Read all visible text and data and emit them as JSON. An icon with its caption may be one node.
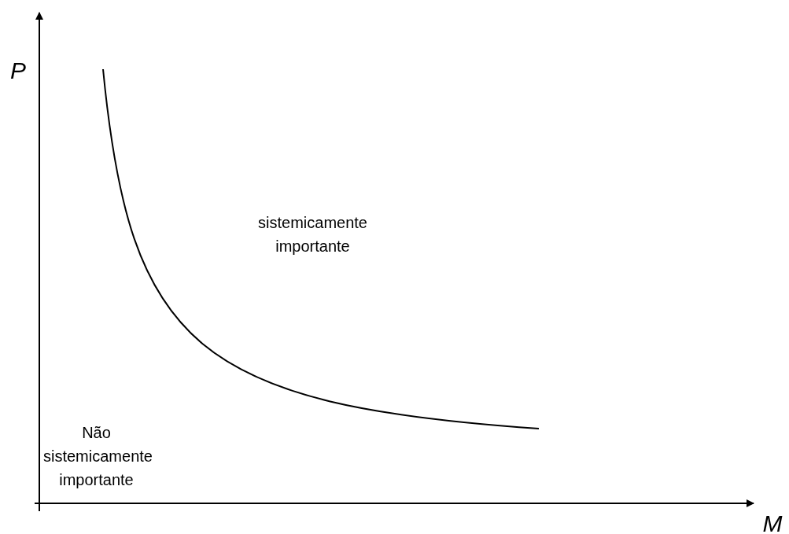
{
  "diagram": {
    "labels": [
      "P",
      "sistemicamente importante",
      "Não sistemicamente importante",
      "M"
    ]
  }
}
